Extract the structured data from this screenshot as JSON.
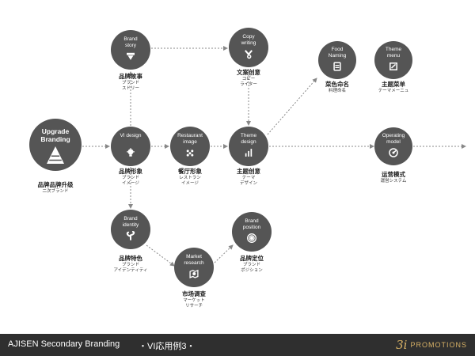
{
  "nodes": {
    "upgrade": {
      "title": "Upgrade\nBranding",
      "main": "品牌品牌升级",
      "sub": "二次ブランド",
      "icon": "pyramid-icon"
    },
    "vi_design": {
      "title": "VI design",
      "main": "品牌形象",
      "sub": "ブランド\nイメージ",
      "icon": "lightbulb-icon"
    },
    "brand_story": {
      "title": "Brand\nstory",
      "main": "品牌故事",
      "sub": "ブランド\nスドリー",
      "icon": "film-icon"
    },
    "restaurant_image": {
      "title": "Restaurant\nimage",
      "main": "餐厅形象",
      "sub": "レストラン\nイメージ",
      "icon": "dots-icon"
    },
    "copy_writing": {
      "title": "Copy\nwriting",
      "main": "文案创意",
      "sub": "コピー\nライター",
      "icon": "pen-search-icon"
    },
    "theme_design": {
      "title": "Theme\ndesign",
      "main": "主题创意",
      "sub": "テーマ\nデザイン",
      "icon": "bar-chart-icon"
    },
    "food_naming": {
      "title": "Food\nNaming",
      "main": "菜色命名",
      "sub": "料理命名",
      "icon": "book-icon"
    },
    "theme_menu": {
      "title": "Theme\nmenu",
      "main": "主题菜单",
      "sub": "テーマメーニュ",
      "icon": "menu-card-icon"
    },
    "operating_model": {
      "title": "Operating\nmodel",
      "main": "运营模式",
      "sub": "運営システム",
      "icon": "gauge-icon"
    },
    "brand_identity": {
      "title": "Brand\nidentity",
      "main": "品牌特色",
      "sub": "ブランド\nアイデンティティ",
      "icon": "plant-icon"
    },
    "market_research": {
      "title": "Market\nresearch",
      "main": "市场调查",
      "sub": "マーケット\nリサーチ",
      "icon": "map-icon"
    },
    "brand_position": {
      "title": "Brand\nposition",
      "main": "品牌定位",
      "sub": "ブランド\nポジション",
      "icon": "target-icon"
    }
  },
  "footer": {
    "title": "AJISEN Secondary Branding",
    "subtitle": "・VI応用例3・",
    "logo_mark": "3i",
    "logo_text": "PROMOTIONS"
  },
  "colors": {
    "node": "#555555",
    "arrow": "#888888",
    "footer": "#2f2f2f",
    "logo": "#d8b266"
  }
}
